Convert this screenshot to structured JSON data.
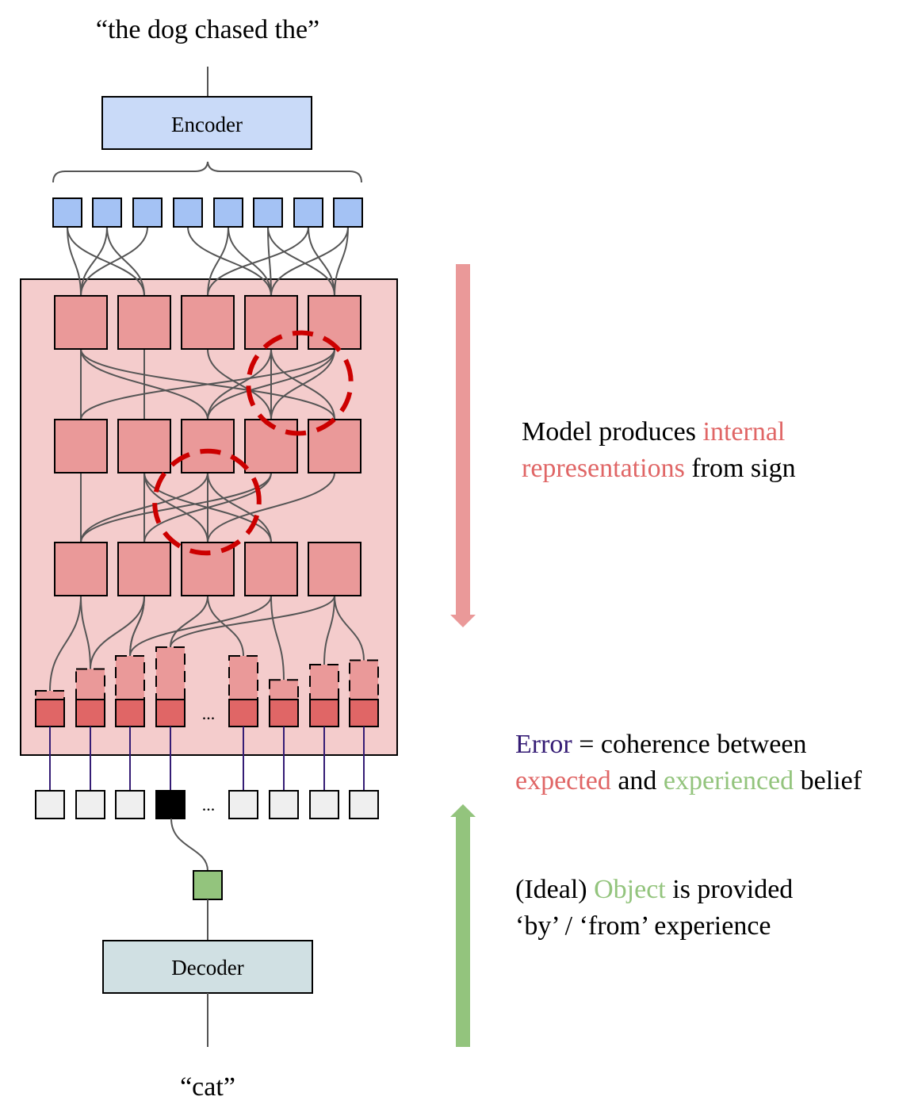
{
  "input_text": "“the dog chased the”",
  "output_text": "“cat”",
  "encoder_label": "Encoder",
  "decoder_label": "Decoder",
  "ellipsis": "...",
  "captions": {
    "model": {
      "line1_a": "Model produces ",
      "line1_b": "internal",
      "line2_a": "representations",
      "line2_b": " from sign"
    },
    "error": {
      "line1_a": "Error",
      "line1_b": " = coherence between",
      "line2_a": "expected",
      "line2_b": " and ",
      "line2_c": "experienced",
      "line2_d": " belief"
    },
    "object": {
      "line1_a": "(Ideal) ",
      "line1_b": "Object",
      "line1_c": " is provided",
      "line2": "‘by’ / ‘from’ experience"
    }
  },
  "colors": {
    "encoder_fill": "#c9daf8",
    "token_fill": "#a4c2f4",
    "network_bg": "#f4cccc",
    "node_fill": "#ea9999",
    "bar_fill": "#e06666",
    "decoder_fill": "#d0e0e3",
    "object_fill": "#93c47d",
    "circle_stroke": "#cc0000",
    "down_arrow": "#ea9999",
    "up_arrow": "#93c47d"
  },
  "output_bars": {
    "expected": [
      0.2,
      0.7,
      1.0,
      1.2,
      1.0,
      0.45,
      0.8,
      0.9
    ],
    "selected_index": 3
  }
}
